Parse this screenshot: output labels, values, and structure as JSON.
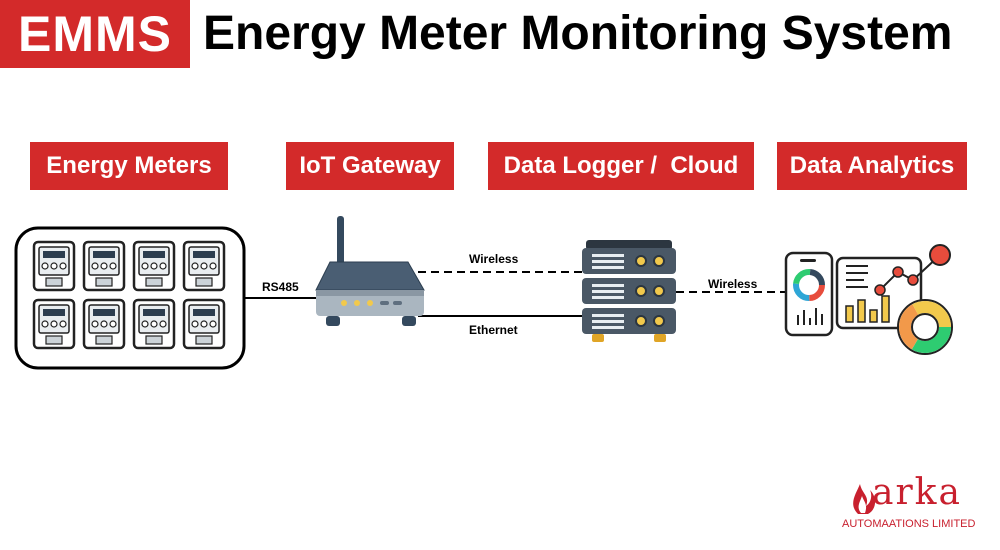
{
  "header": {
    "badge": "EMMS",
    "title": "Energy Meter Monitoring System"
  },
  "stages": [
    {
      "label": "Energy Meters"
    },
    {
      "label": "IoT Gateway"
    },
    {
      "label": "Data Logger /  Cloud"
    },
    {
      "label": "Data Analytics"
    }
  ],
  "connections": {
    "rs485": "RS485",
    "wireless_gateway": "Wireless",
    "ethernet": "Ethernet",
    "wireless_cloud": "Wireless"
  },
  "logo": {
    "name": "arka",
    "tagline": "AUTOMAATIONS LIMITED"
  },
  "colors": {
    "accent": "#d32a2a",
    "router": "#4a5e73",
    "server": "#3d4a57"
  }
}
